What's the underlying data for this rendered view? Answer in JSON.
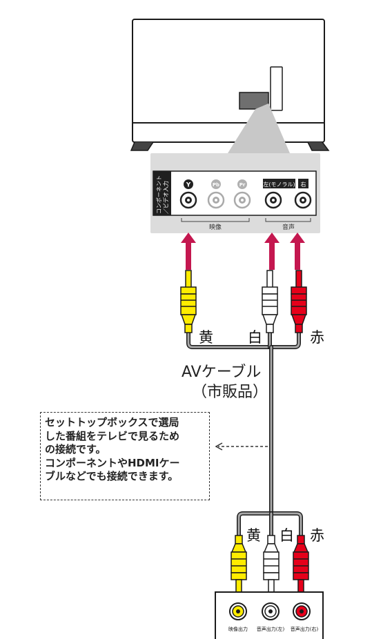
{
  "panel": {
    "side_label_line1": "コンポーネント",
    "side_label_line2": "／ビデオ入力",
    "jack_y": "Y",
    "jack_pb": "Pb",
    "jack_pr": "Pr",
    "jack_audio_left": "左(モノラル)",
    "jack_audio_right": "右",
    "group_video": "映像",
    "group_audio": "音声"
  },
  "cable": {
    "name": "AVケーブル",
    "note": "（市販品）",
    "top_yellow": "黄",
    "top_white": "白",
    "top_red": "赤",
    "bottom_yellow": "黄",
    "bottom_white": "白",
    "bottom_red": "赤"
  },
  "note_box": {
    "line1": "セットトップボックスで選局",
    "line2": "した番組をテレビで見るため",
    "line3": "の接続です。",
    "line4": "コンポーネントやHDMIケー",
    "line5": "ブルなどでも接続できます。"
  },
  "device": {
    "out_video": "映像出力",
    "out_audio_left": "音声出力(左)",
    "out_audio_right": "音声出力(右)"
  },
  "colors": {
    "yellow": "#ffec00",
    "white": "#ffffff",
    "red": "#e6001a",
    "arrow": "#c4174f",
    "panel_gray": "#dcdcdc"
  }
}
